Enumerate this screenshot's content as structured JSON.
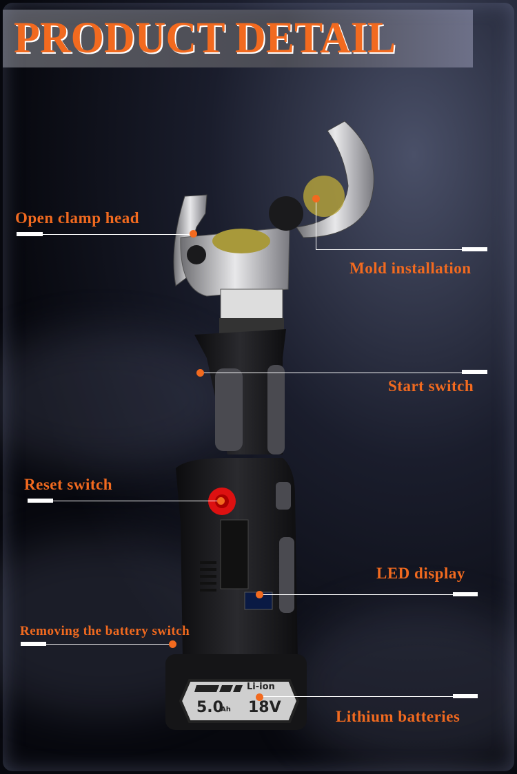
{
  "title": "PRODUCT DETAIL",
  "labels": {
    "open_clamp_head": "Open clamp head",
    "mold_installation": "Mold installation",
    "start_switch": "Start switch",
    "reset_switch": "Reset switch",
    "led_display": "LED display",
    "removing_battery_switch": "Removing the battery switch",
    "lithium_batteries": "Lithium batteries"
  },
  "battery": {
    "type": "Li-ion",
    "capacity": "5.0",
    "unit": "Ah",
    "voltage": "18V"
  },
  "colors": {
    "accent": "#f26a1f",
    "background": "#07080e"
  }
}
